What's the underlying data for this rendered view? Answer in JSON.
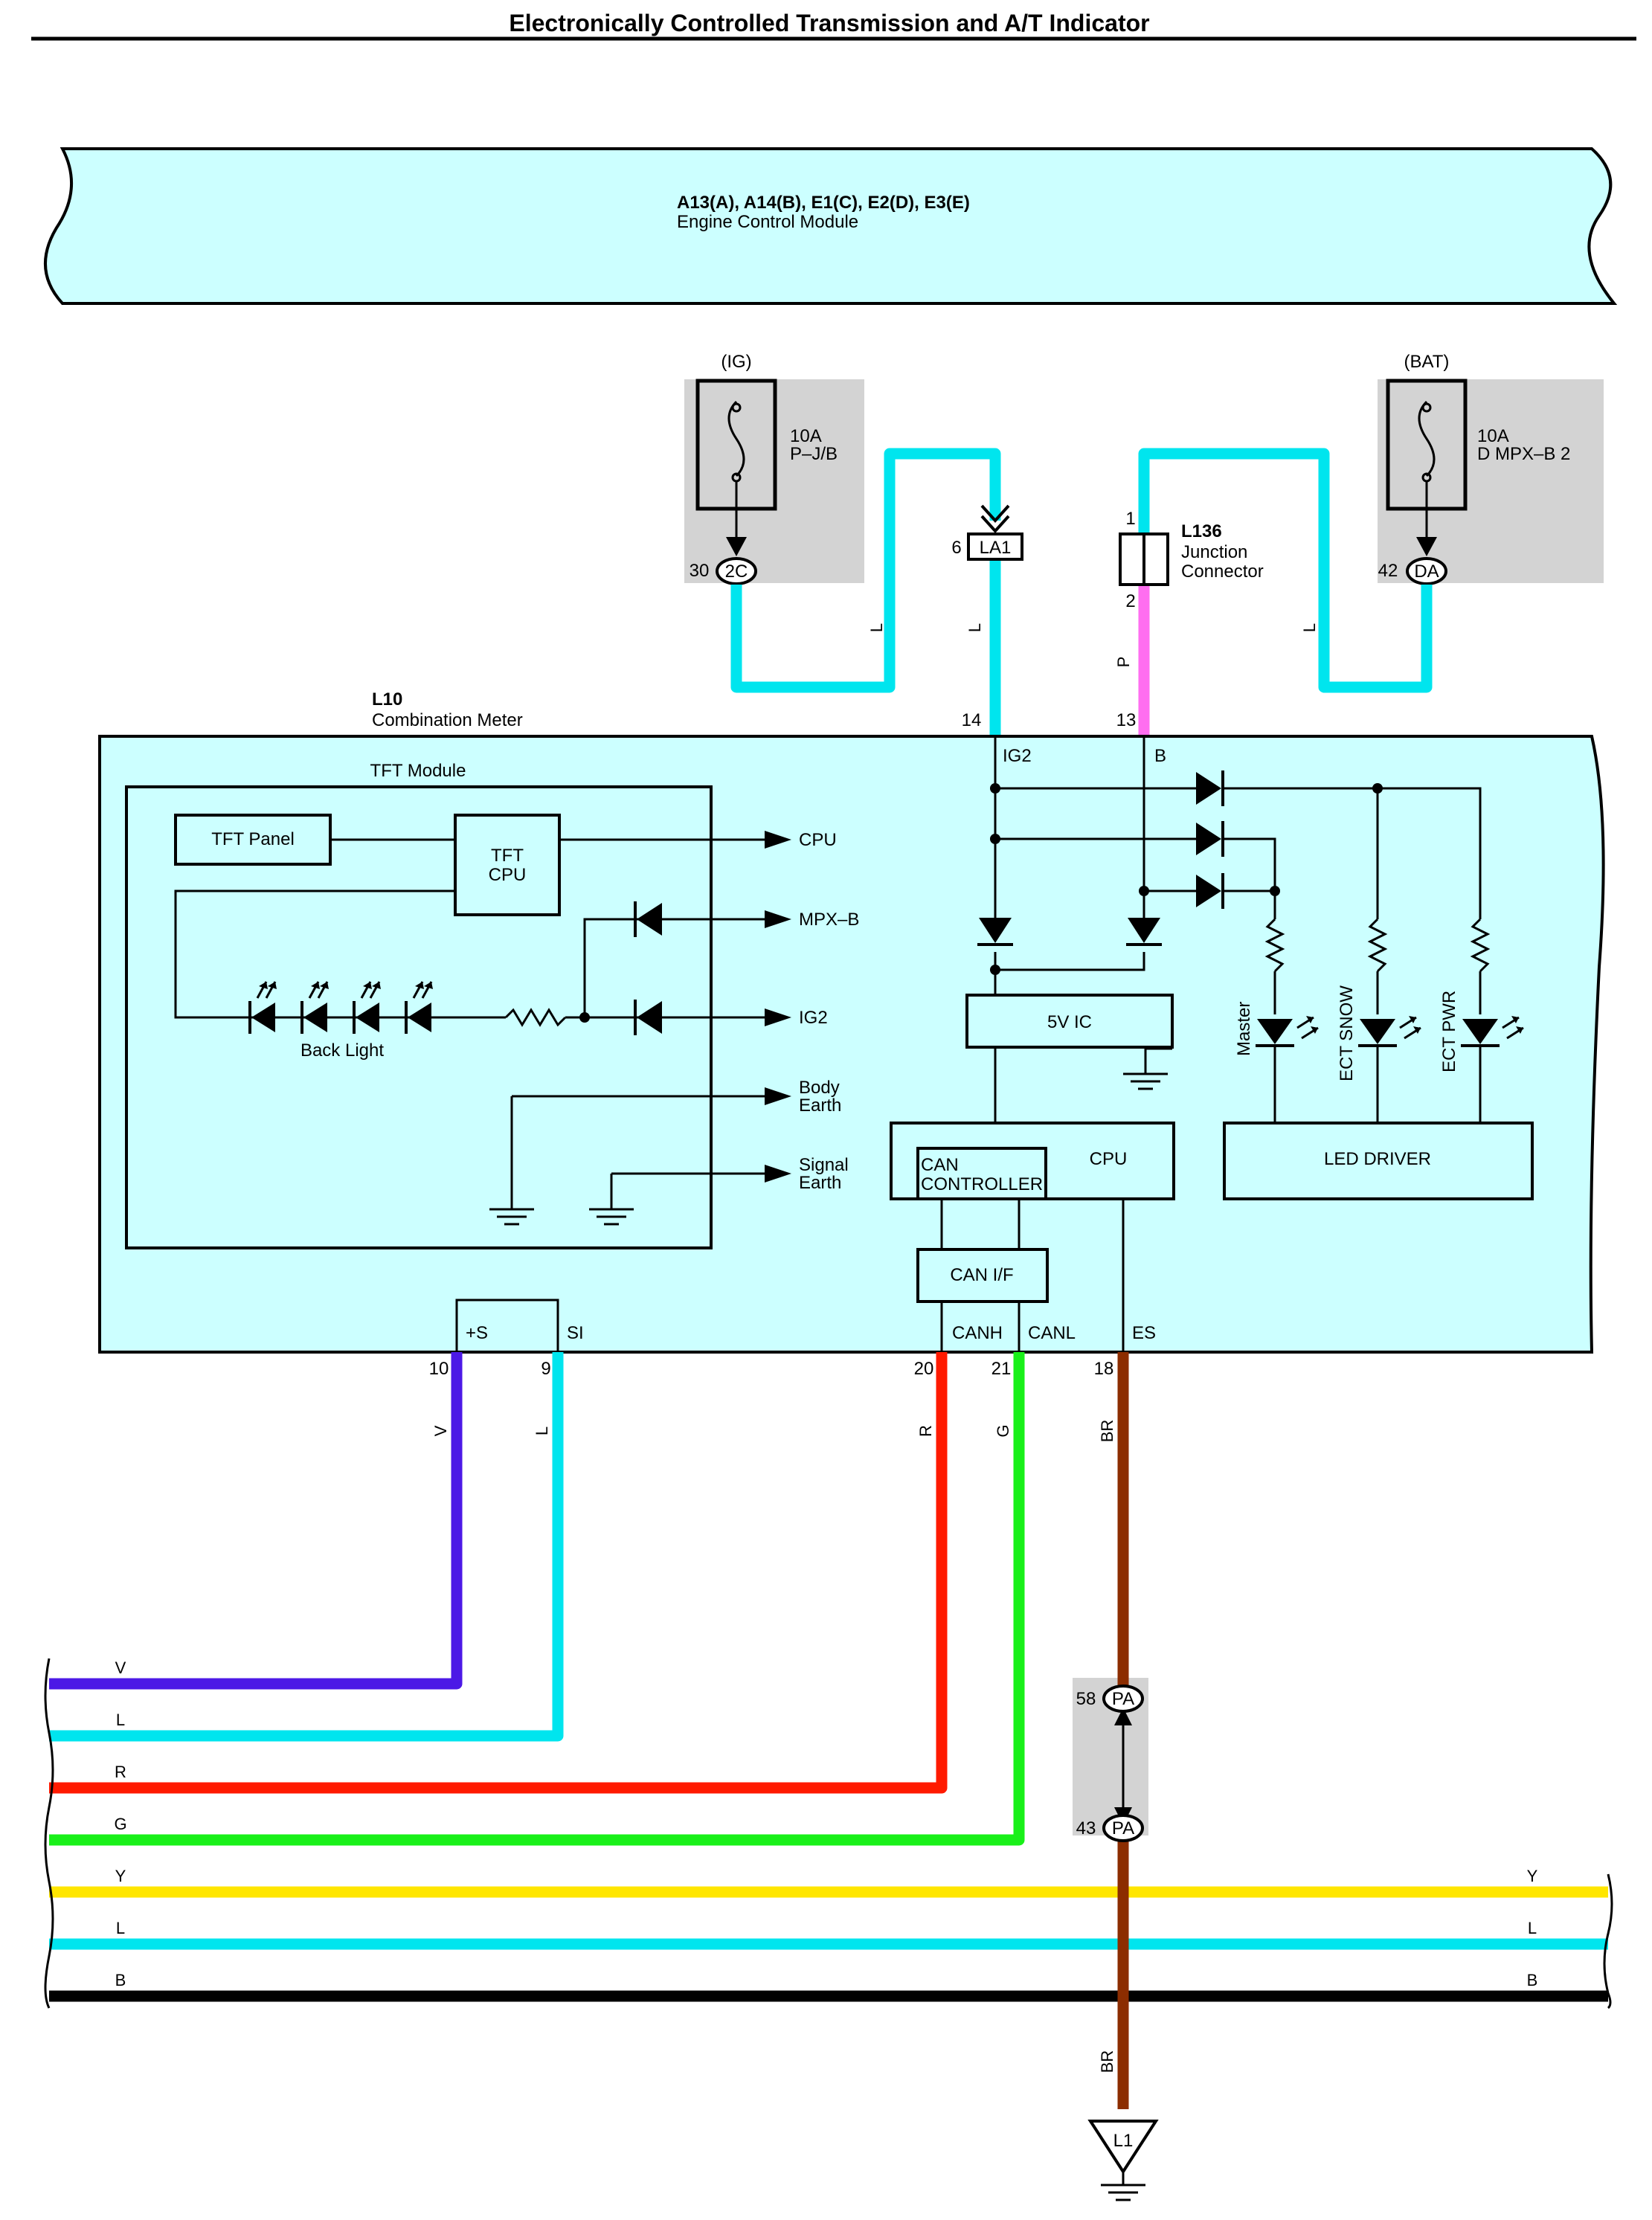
{
  "title": "Electronically Controlled Transmission and A/T Indicator",
  "ecm": {
    "connectors": "A13(A), A14(B), E1(C), E2(D), E3(E)",
    "name": "Engine Control Module"
  },
  "fuse_ig": {
    "supply": "(IG)",
    "rating": "10A",
    "location": "P–J/B",
    "pin": "30",
    "connector": "2C"
  },
  "fuse_bat": {
    "supply": "(BAT)",
    "rating": "10A",
    "location": "D MPX–B 2",
    "pin": "42",
    "connector": "DA"
  },
  "la1": {
    "pin": "6",
    "id": "LA1"
  },
  "junction": {
    "id": "L136",
    "name1": "Junction",
    "name2": "Connector",
    "pin_top": "1",
    "pin_bottom": "2"
  },
  "meter": {
    "id": "L10",
    "name": "Combination Meter"
  },
  "meter_terminals": {
    "ig2": "IG2",
    "b": "B",
    "pin14": "14",
    "pin13": "13",
    "plus_s": "+S",
    "si": "SI",
    "canh": "CANH",
    "canl": "CANL",
    "es": "ES",
    "pin10": "10",
    "pin9": "9",
    "pin20": "20",
    "pin21": "21",
    "pin18": "18"
  },
  "tft": {
    "module": "TFT Module",
    "panel": "TFT Panel",
    "cpu_line1": "TFT",
    "cpu_line2": "CPU",
    "back_light": "Back Light",
    "out_cpu": "CPU",
    "out_mpxb": "MPX–B",
    "out_ig2": "IG2",
    "body_earth1": "Body",
    "body_earth2": "Earth",
    "signal_earth1": "Signal",
    "signal_earth2": "Earth"
  },
  "meter_blocks": {
    "ic": "5V IC",
    "cpu": "CPU",
    "can_ctrl1": "CAN",
    "can_ctrl2": "CONTROLLER",
    "can_if": "CAN I/F",
    "led_driver": "LED DRIVER"
  },
  "indicators": [
    "Master",
    "ECT SNOW",
    "ECT PWR"
  ],
  "wire_colors_upper": {
    "ig_left": "L",
    "la1": "L",
    "junction": "P",
    "bat_right": "L"
  },
  "wire_colors_lower": {
    "v": "V",
    "l": "L",
    "r": "R",
    "g": "G",
    "br": "BR"
  },
  "pa_connector": {
    "pin_top": "58",
    "pin_bottom": "43",
    "id": "PA"
  },
  "bus": [
    "V",
    "L",
    "R",
    "G",
    "Y",
    "L",
    "B"
  ],
  "bus_right": [
    "Y",
    "L",
    "B"
  ],
  "ground": {
    "wire": "BR",
    "id": "L1"
  },
  "colors": {
    "L": "#00e5ee",
    "P": "#ff6ef0",
    "V": "#4c19e6",
    "R": "#ff1a00",
    "G": "#19f019",
    "Y": "#ffe600",
    "B": "#000000",
    "BR": "#8c2d00",
    "module_fill": "#ccffff",
    "fuse_box": "#d3d3d3"
  }
}
